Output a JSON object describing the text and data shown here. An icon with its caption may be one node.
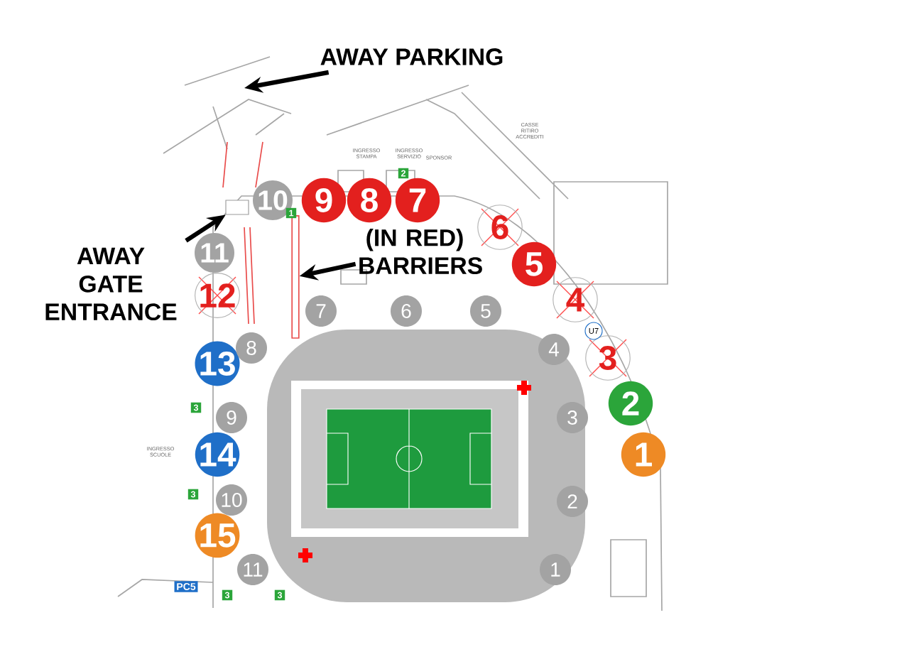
{
  "diagram": {
    "nodes": [
      {
        "text": [
          "AWAY PARKING"
        ]
      },
      {
        "text": [
          "AWAY GATE ENTRANCE"
        ]
      },
      {
        "text": [
          "(IN RED) BARRIERS"
        ]
      },
      {
        "text": [
          "1"
        ]
      },
      {
        "text": [
          "2"
        ]
      },
      {
        "text": [
          "3"
        ]
      },
      {
        "text": [
          "4"
        ]
      },
      {
        "text": [
          "5"
        ]
      },
      {
        "text": [
          "6"
        ]
      },
      {
        "text": [
          "7"
        ]
      },
      {
        "text": [
          "8"
        ]
      },
      {
        "text": [
          "9"
        ]
      },
      {
        "text": [
          "10"
        ]
      },
      {
        "text": [
          "11"
        ]
      },
      {
        "text": [
          "12"
        ]
      },
      {
        "text": [
          "13"
        ]
      },
      {
        "text": [
          "14"
        ]
      },
      {
        "text": [
          "15"
        ]
      },
      {
        "text": [
          "1"
        ]
      },
      {
        "text": [
          "2"
        ]
      },
      {
        "text": [
          "3"
        ]
      },
      {
        "text": [
          "4"
        ]
      },
      {
        "text": [
          "5"
        ]
      },
      {
        "text": [
          "6"
        ]
      },
      {
        "text": [
          "7"
        ]
      },
      {
        "text": [
          "8"
        ]
      },
      {
        "text": [
          "9"
        ]
      },
      {
        "text": [
          "10"
        ]
      },
      {
        "text": [
          "11"
        ]
      },
      {
        "text": [],
        "shape": "box"
      },
      {
        "text": [],
        "shape": "bar"
      }
    ],
    "edges": [
      {
        "from": 0,
        "to": null,
        "arrow": "to"
      },
      {
        "from": 1,
        "to": 29,
        "arrow": "to"
      },
      {
        "from": 2,
        "to": 30,
        "arrow": "to"
      }
    ],
    "labels": [
      "INGRESSO STAMPA",
      "INGRESSO SERVIZIO",
      "SPONSOR",
      "CASSE RITIRO ACCREDITI",
      "INGRESSO SCUOLE",
      "U7",
      "PC5",
      "1",
      "2",
      "3",
      "3",
      "3",
      "3"
    ]
  }
}
